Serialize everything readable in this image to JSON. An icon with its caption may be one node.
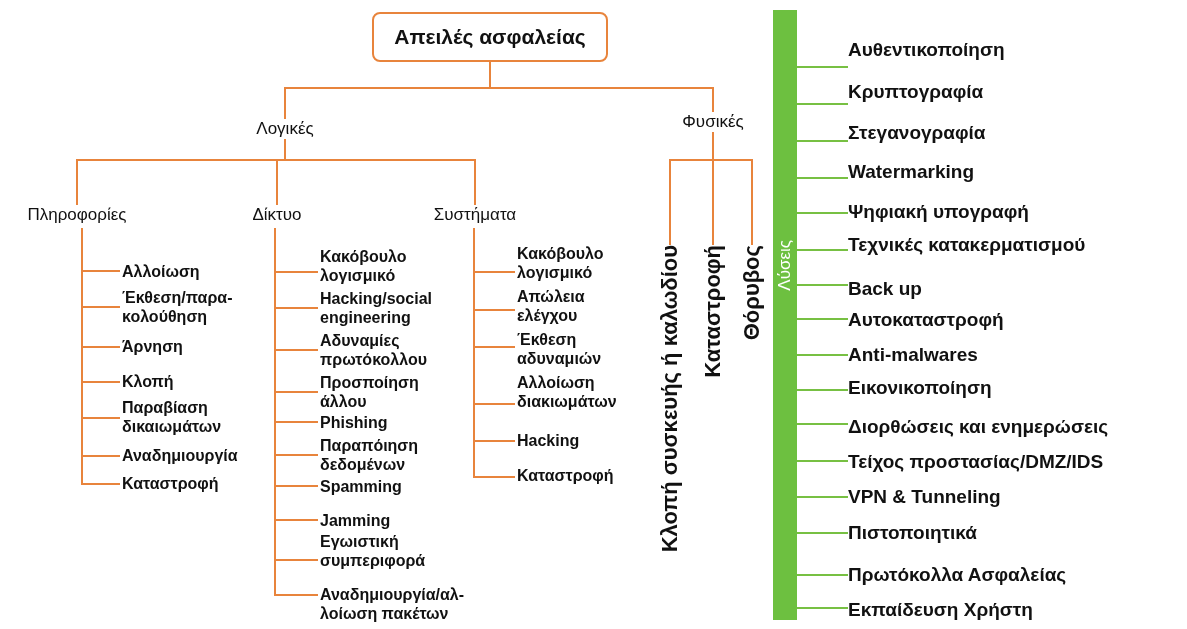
{
  "diagram": {
    "nodes": [
      {
        "text": [
          "Απειλές ασφαλείας"
        ]
      },
      {
        "text": [
          "Λογικές"
        ]
      },
      {
        "text": [
          "Φυσικές"
        ]
      },
      {
        "text": [
          "Πληροφορίες"
        ]
      },
      {
        "text": [
          "Δίκτυο"
        ]
      },
      {
        "text": [
          "Συστήματα"
        ]
      },
      {
        "text": [
          "Αλλοίωση"
        ]
      },
      {
        "text": [
          "Έκθεση/παρα- κολούθηση"
        ]
      },
      {
        "text": [
          "Άρνηση"
        ]
      },
      {
        "text": [
          "Κλοπή"
        ]
      },
      {
        "text": [
          "Παραβίαση δικαιωμάτων"
        ]
      },
      {
        "text": [
          "Αναδημιουργία"
        ]
      },
      {
        "text": [
          "Καταστροφή"
        ]
      },
      {
        "text": [
          "Κακόβουλο λογισμικό"
        ]
      },
      {
        "text": [
          "Hacking/social engineering"
        ]
      },
      {
        "text": [
          "Αδυναμίες πρωτόκολλου"
        ]
      },
      {
        "text": [
          "Προσποίηση άλλου"
        ]
      },
      {
        "text": [
          "Phishing"
        ]
      },
      {
        "text": [
          "Παραπόιηση δεδομένων"
        ]
      },
      {
        "text": [
          "Spamming"
        ]
      },
      {
        "text": [
          "Jamming"
        ]
      },
      {
        "text": [
          "Εγωιστική συμπεριφορά"
        ]
      },
      {
        "text": [
          "Αναδημιουργία/αλ- λοίωση πακέτων"
        ]
      },
      {
        "text": [
          "Κακόβουλο λογισμικό"
        ]
      },
      {
        "text": [
          "Απώλεια ελέγχου"
        ]
      },
      {
        "text": [
          "Έκθεση αδυναμιών"
        ]
      },
      {
        "text": [
          "Αλλοίωση διακιωμάτων"
        ]
      },
      {
        "text": [
          "Hacking"
        ]
      },
      {
        "text": [
          "Καταστροφή"
        ]
      },
      {
        "text": [
          "Κλοπή συσκευής ή καλωδίου"
        ]
      },
      {
        "text": [
          "Καταστροφή"
        ]
      },
      {
        "text": [
          "Θόρυβος"
        ]
      },
      {
        "text": [
          "Λύσεις"
        ]
      },
      {
        "text": [
          "Αυθεντικοποίηση"
        ]
      },
      {
        "text": [
          "Κρυπτογραφία"
        ]
      },
      {
        "text": [
          "Στεγανογραφία"
        ]
      },
      {
        "text": [
          "Watermarking"
        ]
      },
      {
        "text": [
          "Ψηφιακή υπογραφή"
        ]
      },
      {
        "text": [
          "Τεχνικές κατακερματισμού"
        ]
      },
      {
        "text": [
          "Back up"
        ]
      },
      {
        "text": [
          "Αυτοκαταστροφή"
        ]
      },
      {
        "text": [
          "Anti-malwares"
        ]
      },
      {
        "text": [
          "Εικονικοποίηση"
        ]
      },
      {
        "text": [
          "Διορθώσεις και ενημερώσεις"
        ]
      },
      {
        "text": [
          "Τείχος προστασίας/DMZ/IDS"
        ]
      },
      {
        "text": [
          "VPN & Tunneling"
        ]
      },
      {
        "text": [
          "Πιστοποιητικά"
        ]
      },
      {
        "text": [
          "Πρωτόκολλα Ασφαλείας"
        ]
      },
      {
        "text": [
          "Εκπαίδευση Χρήστη"
        ]
      }
    ],
    "edges": [
      {
        "from": 0,
        "to": 1,
        "arrow": "none"
      },
      {
        "from": 0,
        "to": 2,
        "arrow": "none"
      },
      {
        "from": 1,
        "to": 3,
        "arrow": "none"
      },
      {
        "from": 1,
        "to": 4,
        "arrow": "none"
      },
      {
        "from": 1,
        "to": 5,
        "arrow": "none"
      },
      {
        "from": 3,
        "to": 6,
        "arrow": "none"
      },
      {
        "from": 3,
        "to": 7,
        "arrow": "none"
      },
      {
        "from": 3,
        "to": 8,
        "arrow": "none"
      },
      {
        "from": 3,
        "to": 9,
        "arrow": "none"
      },
      {
        "from": 3,
        "to": 10,
        "arrow": "none"
      },
      {
        "from": 3,
        "to": 11,
        "arrow": "none"
      },
      {
        "from": 3,
        "to": 12,
        "arrow": "none"
      },
      {
        "from": 4,
        "to": 13,
        "arrow": "none"
      },
      {
        "from": 4,
        "to": 14,
        "arrow": "none"
      },
      {
        "from": 4,
        "to": 15,
        "arrow": "none"
      },
      {
        "from": 4,
        "to": 16,
        "arrow": "none"
      },
      {
        "from": 4,
        "to": 17,
        "arrow": "none"
      },
      {
        "from": 4,
        "to": 18,
        "arrow": "none"
      },
      {
        "from": 4,
        "to": 19,
        "arrow": "none"
      },
      {
        "from": 4,
        "to": 20,
        "arrow": "none"
      },
      {
        "from": 4,
        "to": 21,
        "arrow": "none"
      },
      {
        "from": 4,
        "to": 22,
        "arrow": "none"
      },
      {
        "from": 5,
        "to": 23,
        "arrow": "none"
      },
      {
        "from": 5,
        "to": 24,
        "arrow": "none"
      },
      {
        "from": 5,
        "to": 25,
        "arrow": "none"
      },
      {
        "from": 5,
        "to": 26,
        "arrow": "none"
      },
      {
        "from": 5,
        "to": 27,
        "arrow": "none"
      },
      {
        "from": 5,
        "to": 28,
        "arrow": "none"
      },
      {
        "from": 2,
        "to": 29,
        "arrow": "none"
      },
      {
        "from": 2,
        "to": 30,
        "arrow": "none"
      },
      {
        "from": 2,
        "to": 31,
        "arrow": "none"
      },
      {
        "from": 32,
        "to": 33,
        "arrow": "none",
        "color": "#77c043"
      },
      {
        "from": 32,
        "to": 34,
        "arrow": "none",
        "color": "#77c043"
      },
      {
        "from": 32,
        "to": 35,
        "arrow": "none",
        "color": "#77c043"
      },
      {
        "from": 32,
        "to": 36,
        "arrow": "none",
        "color": "#77c043"
      },
      {
        "from": 32,
        "to": 37,
        "arrow": "none",
        "color": "#77c043"
      },
      {
        "from": 32,
        "to": 38,
        "arrow": "none",
        "color": "#77c043"
      },
      {
        "from": 32,
        "to": 39,
        "arrow": "none",
        "color": "#77c043"
      },
      {
        "from": 32,
        "to": 40,
        "arrow": "none",
        "color": "#77c043"
      },
      {
        "from": 32,
        "to": 41,
        "arrow": "none",
        "color": "#77c043"
      },
      {
        "from": 32,
        "to": 42,
        "arrow": "none",
        "color": "#77c043"
      },
      {
        "from": 32,
        "to": 43,
        "arrow": "none",
        "color": "#77c043"
      },
      {
        "from": 32,
        "to": 44,
        "arrow": "none",
        "color": "#77c043"
      },
      {
        "from": 32,
        "to": 45,
        "arrow": "none",
        "color": "#77c043"
      },
      {
        "from": 32,
        "to": 46,
        "arrow": "none",
        "color": "#77c043"
      },
      {
        "from": 32,
        "to": 47,
        "arrow": "none",
        "color": "#77c043"
      },
      {
        "from": 32,
        "to": 48,
        "arrow": "none",
        "color": "#77c043"
      }
    ]
  }
}
